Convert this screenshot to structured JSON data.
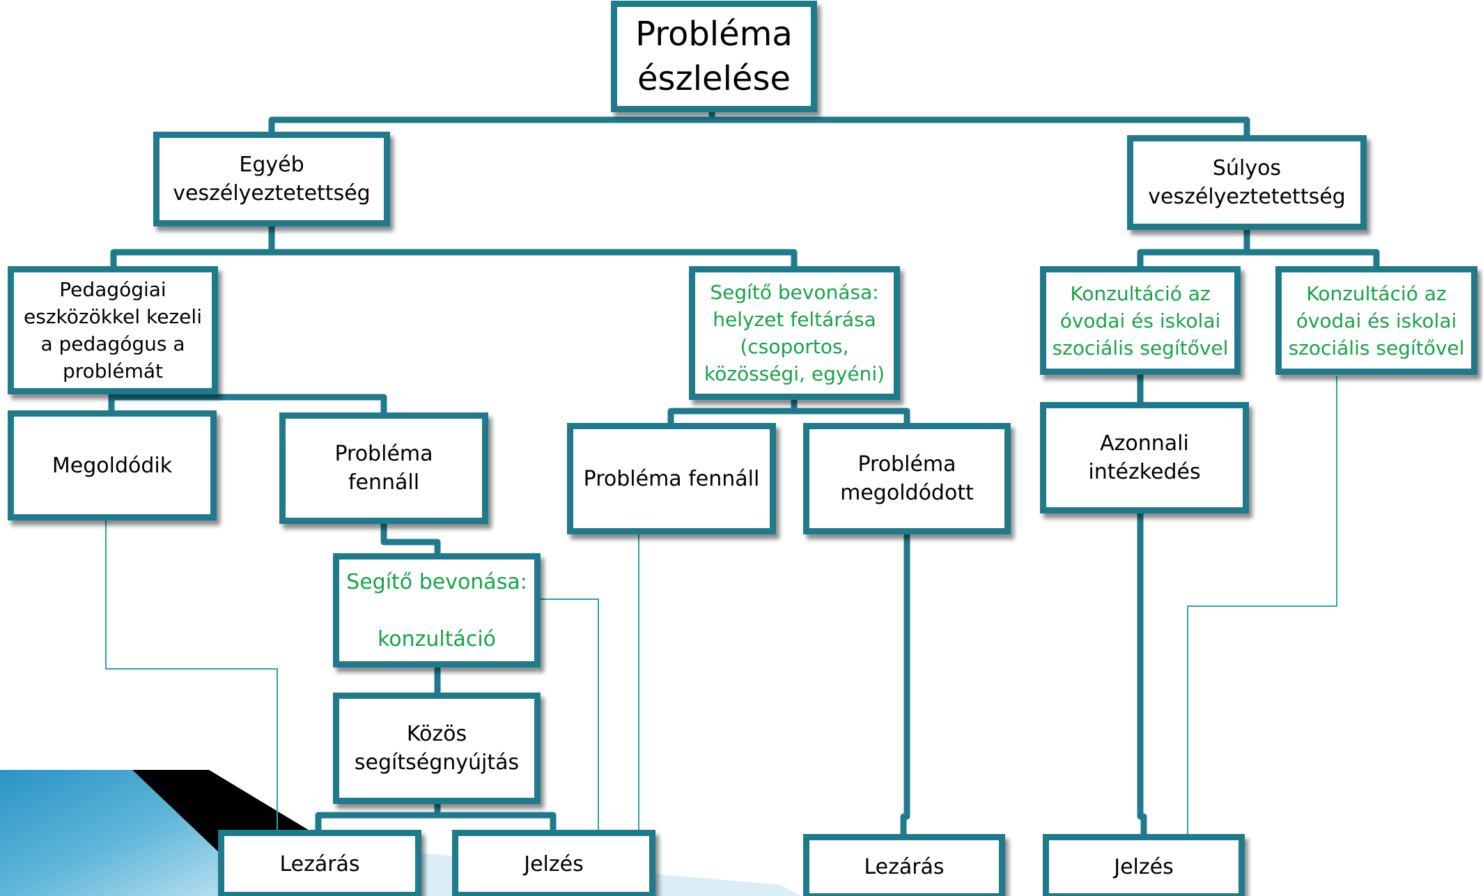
{
  "nodes": {
    "root": "Probléma\nészlelése",
    "egyeb": "Egyéb\nveszélyeztetettség",
    "sulyos": "Súlyos\nveszélyeztetettség",
    "pedagogiai": "Pedagógiai\neszközökkel kezeli\na pedagógus a\nproblémát",
    "segito_felt": "Segítő bevonása:\nhelyzet feltárása\n(csoportos,\nközösségi, egyéni)",
    "konz1": "Konzultáció az\nóvodai és iskolai\nszociális segítővel",
    "konz2": "Konzultáció az\nóvodai és iskolai\nszociális segítővel",
    "megoldodik": "Megoldódik",
    "problema_fennall_1": "Probléma\nfennáll",
    "problema_fennall_2": "Probléma fennáll",
    "problema_megoldodott": "Probléma\nmegoldódott",
    "azonnali": "Azonnali\nintézkedés",
    "segito_konz": "Segítő bevonása:\n\nkonzultáció",
    "kozos": "Közös\nsegítségnyújtás",
    "lezaras_1": "Lezárás",
    "jelzes_1": "Jelzés",
    "lezaras_2": "Lezárás",
    "jelzes_2": "Jelzés"
  },
  "colors": {
    "border": "#1f7a8c",
    "thin_line": "#2aa3b0",
    "green_text": "#17a347",
    "decor_dark": "#000000",
    "decor_light": "#5fb6d9"
  }
}
